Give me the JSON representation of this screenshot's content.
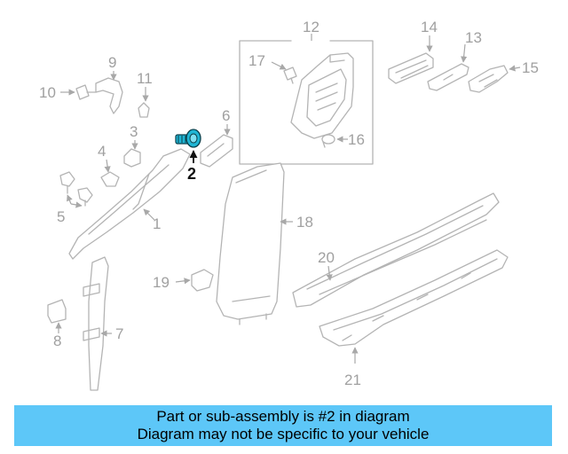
{
  "diagram": {
    "callouts": {
      "c1": "1",
      "c2": "2",
      "c3": "3",
      "c4": "4",
      "c5": "5",
      "c6": "6",
      "c7": "7",
      "c8": "8",
      "c9": "9",
      "c10": "10",
      "c11": "11",
      "c12": "12",
      "c13": "13",
      "c14": "14",
      "c15": "15",
      "c16": "16",
      "c17": "17",
      "c18": "18",
      "c19": "19",
      "c20": "20",
      "c21": "21"
    },
    "highlight_color": "#1fb5d4",
    "line_color": "#b4b4b4"
  },
  "banner": {
    "line1": "Part or sub-assembly is #2 in diagram",
    "line2": "Diagram may not be specific to your vehicle",
    "background": "#5dc7f8"
  }
}
